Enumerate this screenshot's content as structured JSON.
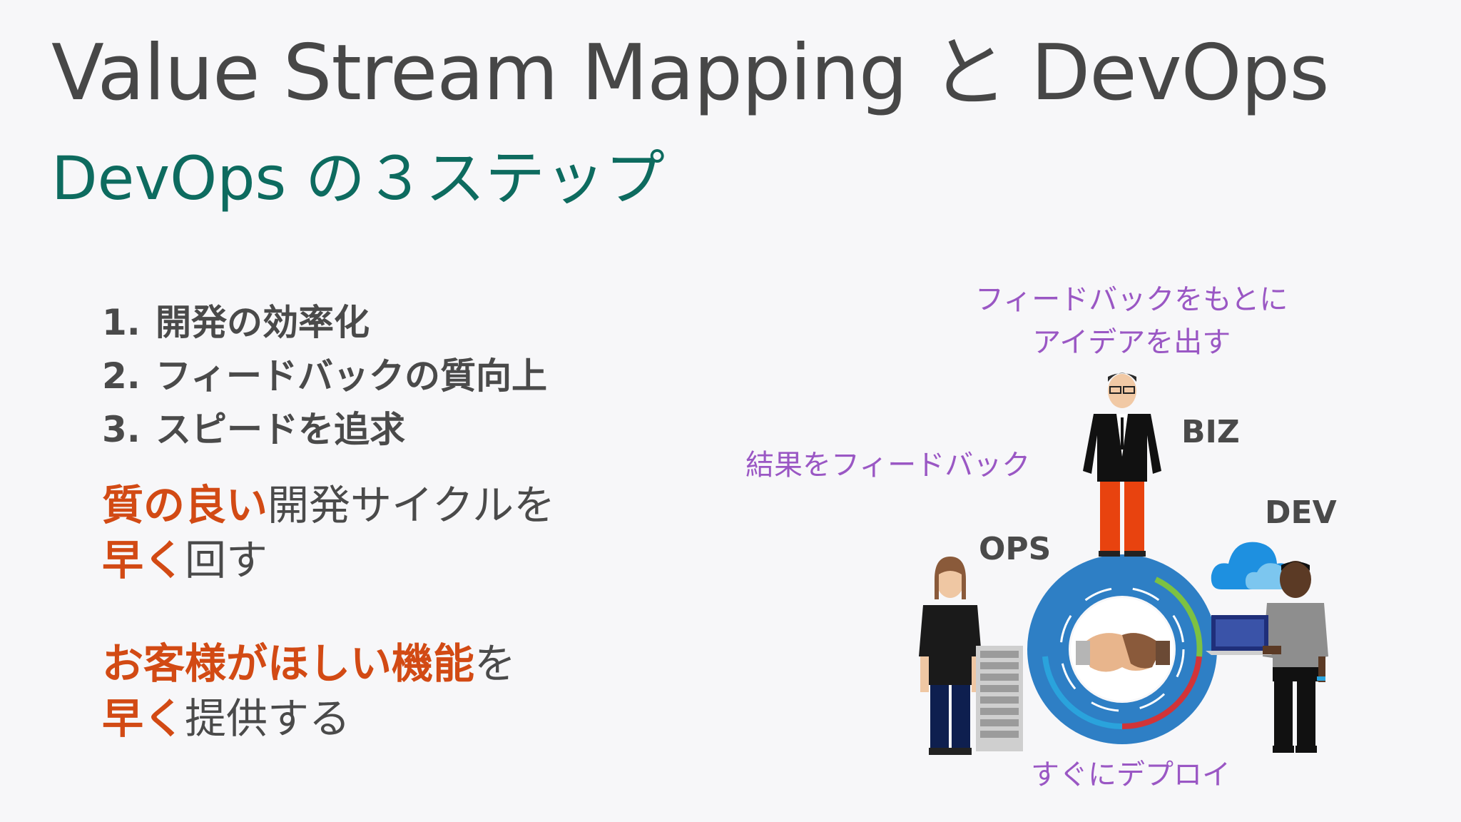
{
  "slide": {
    "title": "Value Stream Mapping と DevOps",
    "subtitle": "DevOps の３ステップ"
  },
  "steps": [
    {
      "num": "1.",
      "text": "開発の効率化"
    },
    {
      "num": "2.",
      "text": "フィードバックの質向上"
    },
    {
      "num": "3.",
      "text": "スピードを追求"
    }
  ],
  "messages": {
    "m1_hl1": "質の良い",
    "m1_rest1": "開発サイクルを",
    "m1_hl2": "早く",
    "m1_rest2": "回す",
    "m2_hl1": "お客様がほしい機能",
    "m2_rest1": "を",
    "m2_hl2": "早く",
    "m2_rest2": "提供する"
  },
  "diagram": {
    "note_idea_line1": "フィードバックをもとに",
    "note_idea_line2": "アイデアを出す",
    "note_feedback": "結果をフィードバック",
    "note_deploy": "すぐにデプロイ",
    "role_biz": "BIZ",
    "role_dev": "DEV",
    "role_ops": "OPS"
  },
  "colors": {
    "title": "#474747",
    "subtitle": "#0d6b5f",
    "highlight": "#d24a14",
    "note": "#9a57c4",
    "cycle_blue": "#2e7fc5"
  }
}
